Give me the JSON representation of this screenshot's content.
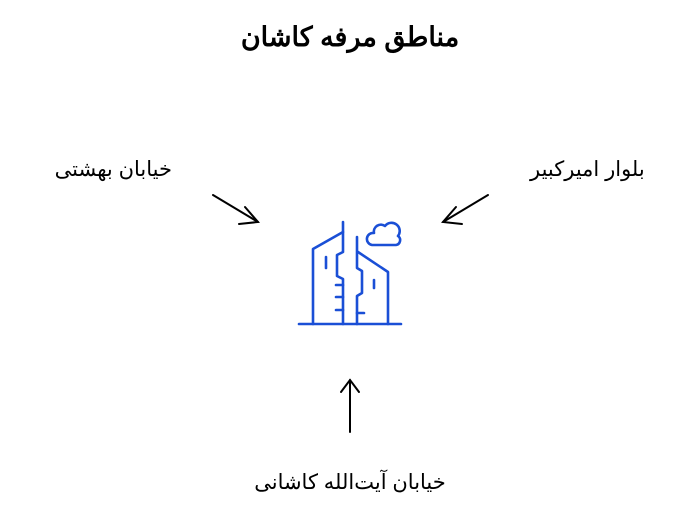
{
  "title": "مناطق مرفه کاشان",
  "labels": {
    "top_left": "خیابان بهشتی",
    "top_right": "بلوار امیرکبیر",
    "bottom": "خیابان آیت‌الله کاشانی"
  },
  "colors": {
    "icon": "#1a4fd6",
    "text": "#000000"
  },
  "icon": "city-buildings-icon"
}
